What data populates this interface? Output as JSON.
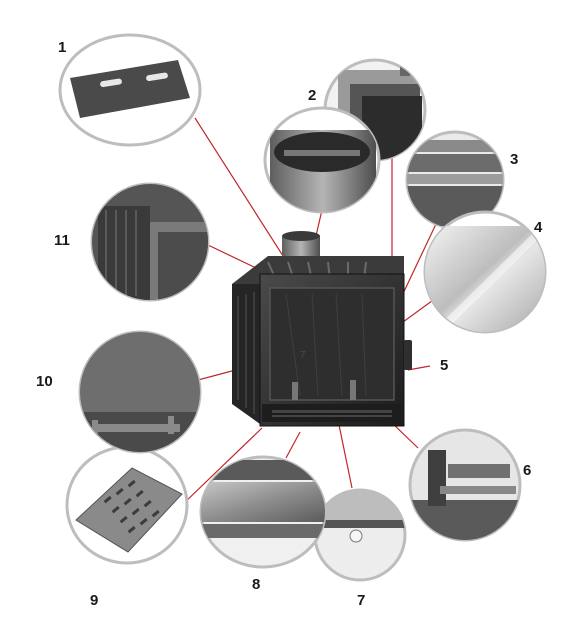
{
  "image_type": "fireplace insert parts diagram",
  "callouts": [
    {
      "number": "1",
      "part_icon": "cover-plate-icon"
    },
    {
      "number": "2",
      "part_icon": "flue-damper-icon"
    },
    {
      "number": "3",
      "part_icon": "deflector-icon"
    },
    {
      "number": "4",
      "part_icon": "glass-pane-icon"
    },
    {
      "number": "5",
      "part_icon": "door-handle-icon"
    },
    {
      "number": "6",
      "part_icon": "log-holder-icon"
    },
    {
      "number": "7",
      "part_icon": "air-control-icon"
    },
    {
      "number": "8",
      "part_icon": "ash-pan-icon"
    },
    {
      "number": "9",
      "part_icon": "grate-icon"
    },
    {
      "number": "10",
      "part_icon": "firebox-lining-icon"
    },
    {
      "number": "11",
      "part_icon": "side-wall-icon"
    }
  ],
  "colors": {
    "leader_line": "#c0262b",
    "circle_border": "#bdbdbd",
    "stove_body": "#2b2b2b",
    "metal_light": "#9a9a9a"
  }
}
